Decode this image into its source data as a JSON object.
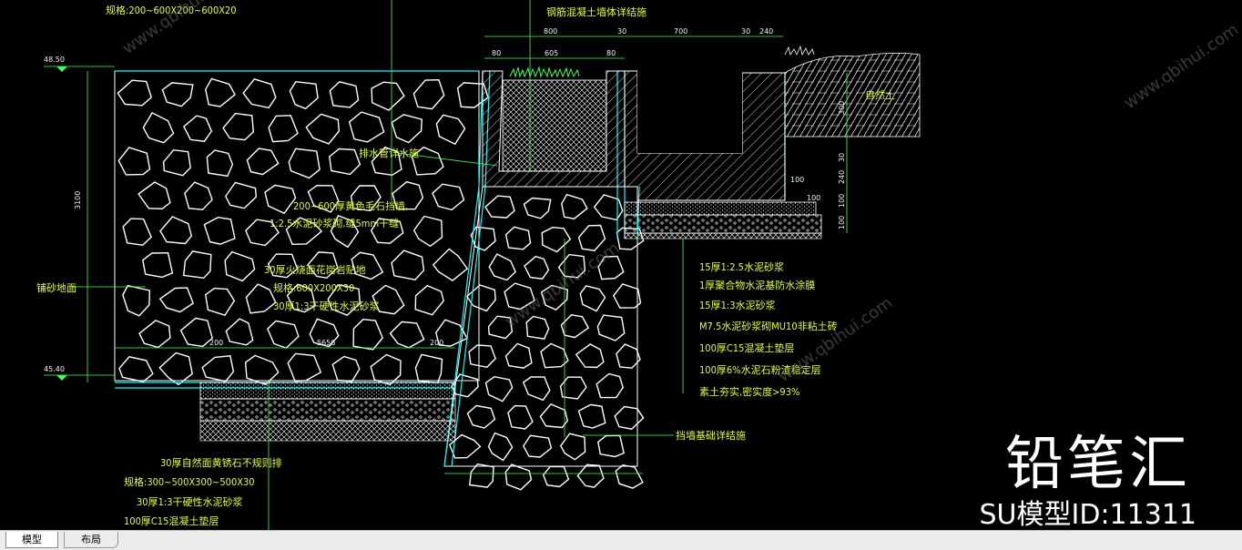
{
  "tabs": {
    "model": "模型",
    "layout": "布局"
  },
  "watermark": {
    "brand": "铅笔汇",
    "id_text": "SU模型ID:11311",
    "url": "www.qbihui.com"
  },
  "labels": {
    "spec_top": "规格:200~600X200~600X20",
    "rebar_wall": "钢筋混凝土墙体详结施",
    "drain_pipe": "排水管详水施",
    "stone_veneer": "200~600厚黄色毛石挡墙,",
    "stone_mortar": "1:2.5水泥砂浆砌,缝5mm干缝",
    "granite_30": "30厚火烧面花岗岩贴地",
    "spec_600": "规格:600X200X30",
    "mortar_30": "30厚1:3干硬性水泥砂浆",
    "ground": "铺砂地面",
    "natural_soil": "自然土",
    "retaining_base": "挡墙基础详结施",
    "bottom1": "30厚自然面黄锈石不规则排",
    "bottom2": "规格:300~500X300~500X30",
    "bottom3": "30厚1:3干硬性水泥砂浆",
    "bottom4": "100厚C15混凝土垫层"
  },
  "layers_right": [
    "15厚1:2.5水泥砂浆",
    "1厚聚合物水泥基防水涂膜",
    "15厚1:3水泥砂浆",
    "M7.5水泥砂浆砌MU10非粘土砖",
    "100厚C15混凝土垫层",
    "100厚6%水泥石粉渣稳定层",
    "素土夯实,密实度>93%"
  ],
  "elevations": {
    "top": "48.50",
    "bottom": "45.40"
  },
  "dims": {
    "d800": "800",
    "d30a": "30",
    "d700": "700",
    "d30b": "30",
    "d240": "240",
    "d80a": "80",
    "d605": "605",
    "d80b": "80",
    "h3100": "3100",
    "d200a": "200",
    "d5656": "5656",
    "d200b": "200",
    "r300": "300",
    "r30": "30",
    "r240": "240",
    "r100a": "100",
    "r100b": "100",
    "r100c": "100",
    "r100d": "100"
  }
}
